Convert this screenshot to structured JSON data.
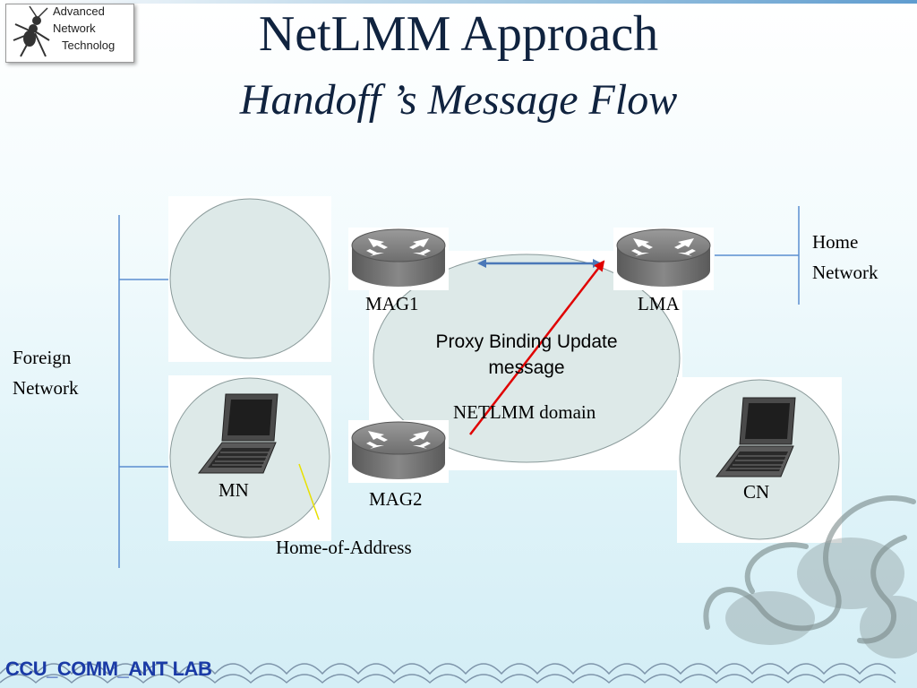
{
  "logo": {
    "line1": "Advanced",
    "line2": "Network",
    "line3": "Technolog"
  },
  "title": {
    "main": "NetLMM Approach",
    "sub": "Handoff ’s Message Flow"
  },
  "labels": {
    "foreign_network_1": "Foreign",
    "foreign_network_2": "Network",
    "home_network_1": "Home",
    "home_network_2": "Network",
    "mag1": "MAG1",
    "mag2": "MAG2",
    "lma": "LMA",
    "mn": "MN",
    "cn": "CN",
    "proxy_binding_1": "Proxy Binding Update",
    "proxy_binding_2": "message",
    "netlmm_domain": "NETLMM domain",
    "home_of_address": "Home-of-Address"
  },
  "footer": "CCU_COMM_ANT LAB",
  "colors": {
    "title": "#10233f",
    "link_arrow": "#4a78b8",
    "pbu_arrow": "#e00000",
    "network_lines": "#5b8ed0",
    "cell_fill": "#dde9e8",
    "footer": "#1a3aa6"
  }
}
